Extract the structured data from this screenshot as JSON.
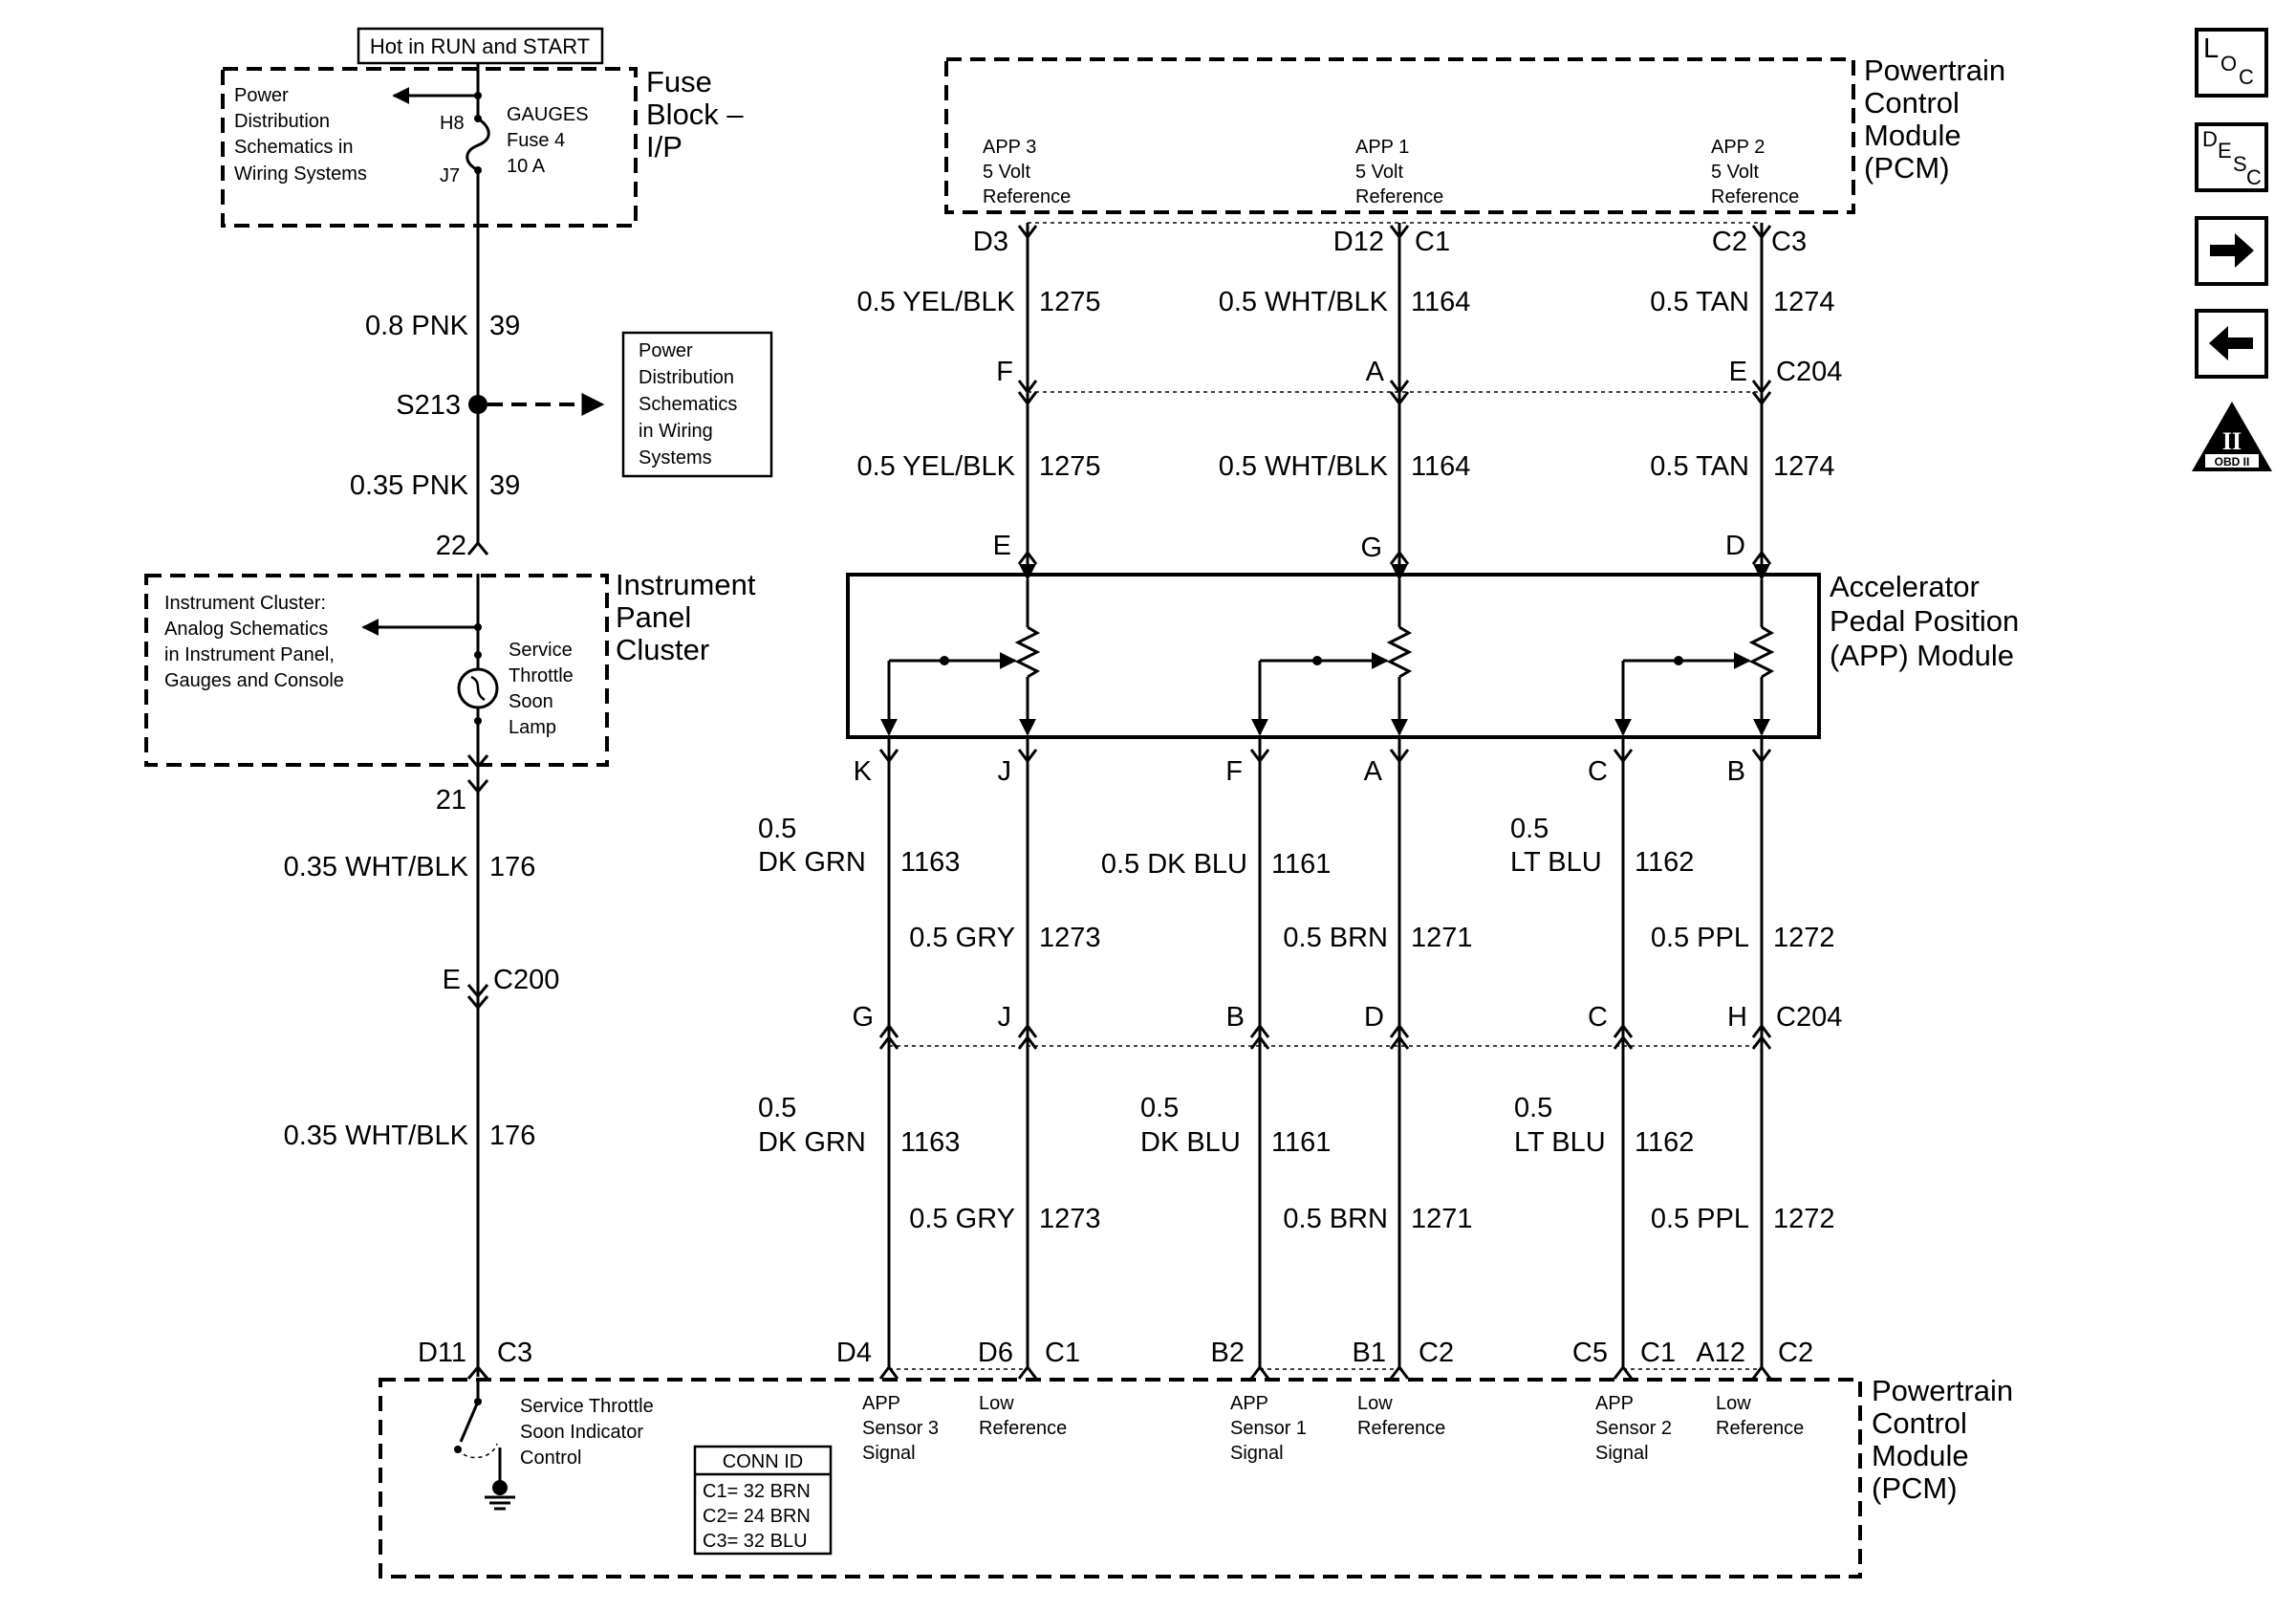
{
  "supply": {
    "hot_label": "Hot in RUN and START"
  },
  "fuse_block": {
    "title": [
      "Fuse",
      "Block –",
      "I/P"
    ],
    "ref": [
      "Power",
      "Distribution",
      "Schematics in",
      "Wiring Systems"
    ],
    "h8": "H8",
    "j7": "J7",
    "fuse": [
      "GAUGES",
      "Fuse 4",
      "10 A"
    ]
  },
  "wire39": {
    "a_gauge": "0.8 PNK",
    "a_num": "39",
    "splice": "S213",
    "b_gauge": "0.35 PNK",
    "b_num": "39"
  },
  "splice_ref": [
    "Power",
    "Distribution",
    "Schematics",
    "in Wiring",
    "Systems"
  ],
  "ipc": {
    "pin_top": "22",
    "pin_bottom": "21",
    "title": [
      "Instrument",
      "Panel",
      "Cluster"
    ],
    "ref": [
      "Instrument Cluster:",
      "Analog Schematics",
      "in Instrument Panel,",
      "Gauges and Console"
    ],
    "lamp": [
      "Service",
      "Throttle",
      "Soon",
      "Lamp"
    ]
  },
  "wire176": {
    "gauge": "0.35 WHT/BLK",
    "num": "176",
    "conn_pin": "E",
    "conn": "C200"
  },
  "pcm_top": {
    "title": [
      "Powertrain",
      "Control",
      "Module",
      "(PCM)"
    ],
    "refs": [
      {
        "label": [
          "APP 3",
          "5 Volt",
          "Reference"
        ],
        "pin": "D3"
      },
      {
        "label": [
          "APP 1",
          "5 Volt",
          "Reference"
        ],
        "pin": "D12",
        "conn": "C1"
      },
      {
        "label": [
          "APP 2",
          "5 Volt",
          "Reference"
        ],
        "pin": "C2",
        "conn": "C3"
      }
    ]
  },
  "ref_wires": [
    {
      "g1": "0.5 YEL/BLK",
      "n1": "1275",
      "c204": "F",
      "g2": "0.5 YEL/BLK",
      "n2": "1275",
      "app": "E"
    },
    {
      "g1": "0.5 WHT/BLK",
      "n1": "1164",
      "c204": "A",
      "g2": "0.5 WHT/BLK",
      "n2": "1164",
      "app": "G"
    },
    {
      "g1": "0.5 TAN",
      "n1": "1274",
      "c204": "E",
      "g2": "0.5 TAN",
      "n2": "1274",
      "app": "D"
    }
  ],
  "c204": "C204",
  "app_module": {
    "title": [
      "Accelerator",
      "Pedal Position",
      "(APP) Module"
    ]
  },
  "sig_wires": [
    {
      "app": "K",
      "g1": [
        "0.5",
        "DK GRN"
      ],
      "n1": "1163",
      "c204": "G",
      "g2": [
        "0.5",
        "DK GRN"
      ],
      "n2": "1163",
      "pin": "D4"
    },
    {
      "app": "F",
      "g1": [
        "",
        "0.5 DK BLU"
      ],
      "n1": "1161",
      "c204": "B",
      "g2": [
        "0.5",
        "DK BLU"
      ],
      "n2": "1161",
      "pin": "B2"
    },
    {
      "app": "C",
      "g1": [
        "0.5",
        "LT BLU"
      ],
      "n1": "1162",
      "c204": "C",
      "g2": [
        "0.5",
        "LT BLU"
      ],
      "n2": "1162",
      "pin": "C5",
      "conn": "C1"
    }
  ],
  "low_wires": [
    {
      "app": "J",
      "g": "0.5 GRY",
      "n": "1273",
      "c204": "J",
      "pin": "D6",
      "conn": "C1"
    },
    {
      "app": "A",
      "g": "0.5 BRN",
      "n": "1271",
      "c204": "D",
      "pin": "B1",
      "conn": "C2"
    },
    {
      "app": "B",
      "g": "0.5 PPL",
      "n": "1272",
      "c204": "H",
      "pin": "A12",
      "conn": "C2"
    }
  ],
  "pcm_bottom": {
    "title": [
      "Powertrain",
      "Control",
      "Module",
      "(PCM)"
    ],
    "lamp_pin": "D11",
    "lamp_conn": "C3",
    "lamp_ctrl": [
      "Service Throttle",
      "Soon Indicator",
      "Control"
    ],
    "sensors": [
      [
        "APP",
        "Sensor 3",
        "Signal"
      ],
      [
        "APP",
        "Sensor 1",
        "Signal"
      ],
      [
        "APP",
        "Sensor 2",
        "Signal"
      ]
    ],
    "low_ref": [
      "Low",
      "Reference"
    ],
    "conn_id": {
      "title": "CONN ID",
      "rows": [
        "C1= 32 BRN",
        "C2= 24 BRN",
        "C3= 32 BLU"
      ]
    }
  },
  "nav": {
    "loc": [
      "L",
      "O",
      "C"
    ],
    "desc": [
      "D",
      "E",
      "S",
      "C"
    ],
    "next": "→",
    "prev": "←",
    "obd": [
      "II",
      "OBD II"
    ]
  }
}
